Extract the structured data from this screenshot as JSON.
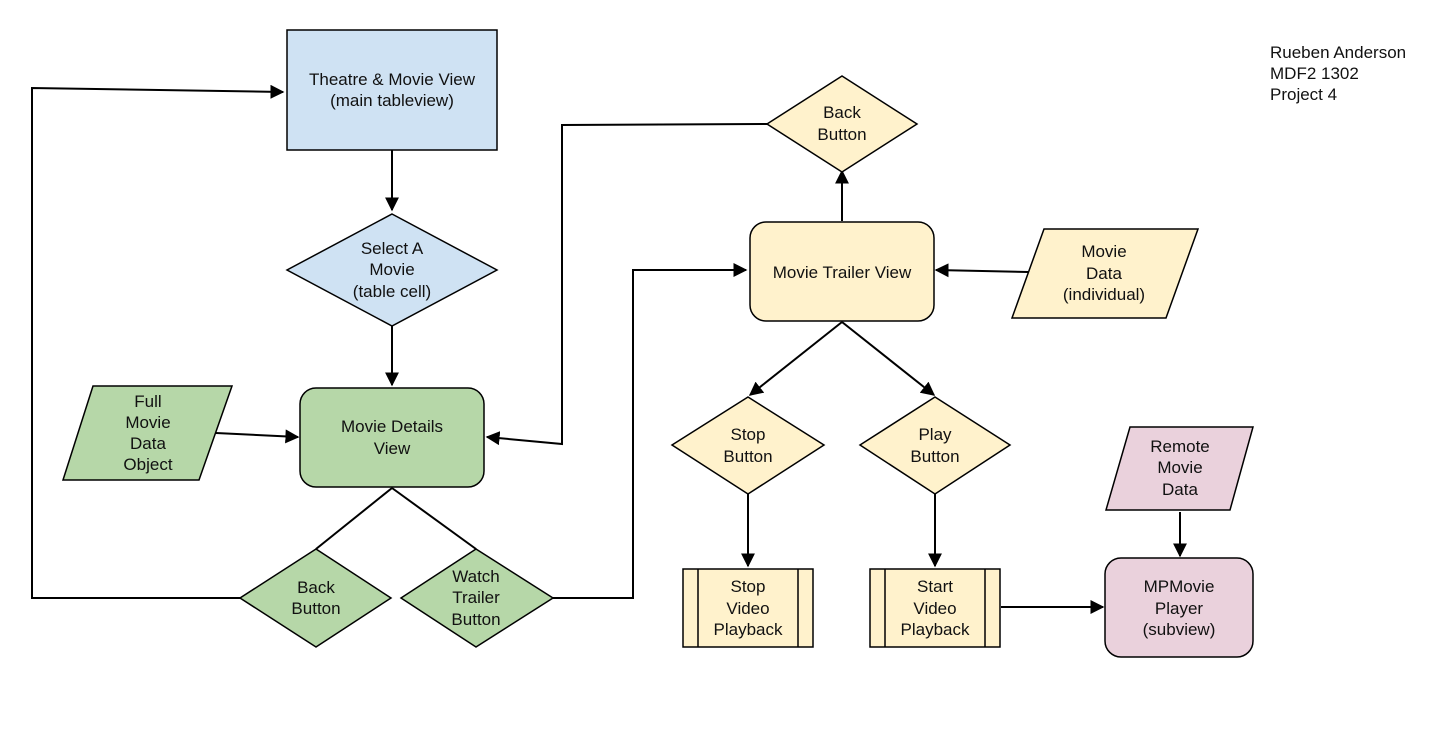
{
  "colors": {
    "blue_fill": "#cfe2f3",
    "green_fill": "#b6d7a8",
    "yellow_fill": "#fff2cc",
    "pink_fill": "#ead1dc",
    "stroke": "#000000"
  },
  "author": {
    "name": "Rueben Anderson",
    "course": "MDF2 1302",
    "project": "Project 4"
  },
  "nodes": {
    "theatre_movie_view": {
      "lines": [
        "Theatre & Movie View",
        "(main tableview)"
      ],
      "shape": "process"
    },
    "select_movie": {
      "lines": [
        "Select A",
        "Movie",
        "(table cell)"
      ],
      "shape": "decision"
    },
    "full_movie_data": {
      "lines": [
        "Full",
        "Movie",
        "Data",
        "Object"
      ],
      "shape": "data"
    },
    "movie_details_view": {
      "lines": [
        "Movie Details",
        "View"
      ],
      "shape": "rounded-process"
    },
    "back_button_details": {
      "lines": [
        "Back",
        "Button"
      ],
      "shape": "decision"
    },
    "watch_trailer_button": {
      "lines": [
        "Watch",
        "Trailer",
        "Button"
      ],
      "shape": "decision"
    },
    "back_button_trailer": {
      "lines": [
        "Back",
        "Button"
      ],
      "shape": "decision"
    },
    "movie_trailer_view": {
      "lines": [
        "Movie Trailer View"
      ],
      "shape": "rounded-process"
    },
    "movie_data_individual": {
      "lines": [
        "Movie",
        "Data",
        "(individual)"
      ],
      "shape": "data"
    },
    "stop_button": {
      "lines": [
        "Stop",
        "Button"
      ],
      "shape": "decision"
    },
    "play_button": {
      "lines": [
        "Play",
        "Button"
      ],
      "shape": "decision"
    },
    "stop_video_playback": {
      "lines": [
        "Stop",
        "Video",
        "Playback"
      ],
      "shape": "predefined-process"
    },
    "start_video_playback": {
      "lines": [
        "Start",
        "Video",
        "Playback"
      ],
      "shape": "predefined-process"
    },
    "remote_movie_data": {
      "lines": [
        "Remote",
        "Movie",
        "Data"
      ],
      "shape": "data"
    },
    "mpmovie_player": {
      "lines": [
        "MPMovie",
        "Player",
        "(subview)"
      ],
      "shape": "rounded-process"
    }
  },
  "edges": [
    {
      "from": "theatre_movie_view",
      "to": "select_movie"
    },
    {
      "from": "select_movie",
      "to": "movie_details_view"
    },
    {
      "from": "full_movie_data",
      "to": "movie_details_view"
    },
    {
      "from": "movie_details_view",
      "to": "back_button_details"
    },
    {
      "from": "movie_details_view",
      "to": "watch_trailer_button"
    },
    {
      "from": "back_button_details",
      "to": "theatre_movie_view"
    },
    {
      "from": "watch_trailer_button",
      "to": "movie_trailer_view"
    },
    {
      "from": "movie_trailer_view",
      "to": "back_button_trailer"
    },
    {
      "from": "back_button_trailer",
      "to": "movie_details_view"
    },
    {
      "from": "movie_data_individual",
      "to": "movie_trailer_view"
    },
    {
      "from": "movie_trailer_view",
      "to": "stop_button"
    },
    {
      "from": "movie_trailer_view",
      "to": "play_button"
    },
    {
      "from": "stop_button",
      "to": "stop_video_playback"
    },
    {
      "from": "play_button",
      "to": "start_video_playback"
    },
    {
      "from": "start_video_playback",
      "to": "mpmovie_player"
    },
    {
      "from": "remote_movie_data",
      "to": "mpmovie_player"
    }
  ]
}
